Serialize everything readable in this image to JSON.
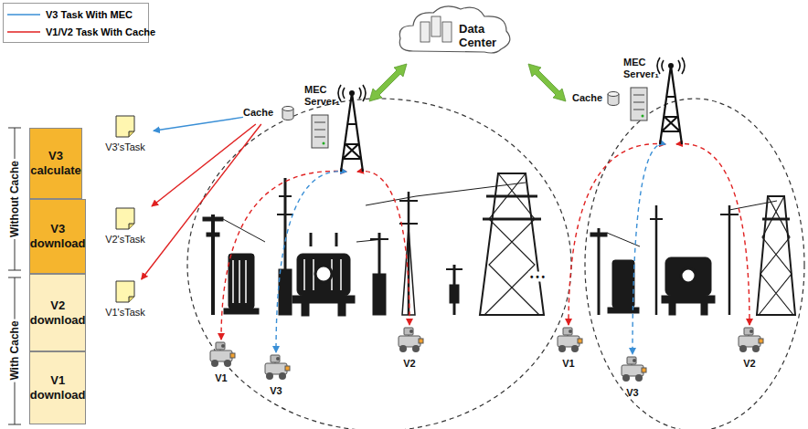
{
  "diagram": {
    "nodes": [
      {
        "text": [
          "Data Center"
        ]
      },
      {
        "text": [
          "V3 calculate"
        ]
      },
      {
        "text": [
          "V3 download"
        ]
      },
      {
        "text": [
          "V2 download"
        ]
      },
      {
        "text": [
          "V1 download"
        ]
      },
      {
        "text": [
          "V3'sTask"
        ]
      },
      {
        "text": [
          "V2'sTask"
        ]
      },
      {
        "text": [
          "V1'sTask"
        ]
      },
      {
        "text": [
          "MEC Server₁"
        ]
      },
      {
        "text": [
          "Cache"
        ]
      },
      {
        "text": [
          "V1"
        ]
      },
      {
        "text": [
          "V3"
        ]
      },
      {
        "text": [
          "V2"
        ]
      },
      {
        "text": [
          "MEC Server₁"
        ]
      },
      {
        "text": [
          "Cache"
        ]
      },
      {
        "text": [
          "V1"
        ]
      },
      {
        "text": [
          "V3"
        ]
      },
      {
        "text": [
          "V2"
        ]
      }
    ],
    "edges": [
      {
        "from": 9,
        "to": 5,
        "arrow": "to"
      },
      {
        "from": 9,
        "to": 6,
        "arrow": "to"
      },
      {
        "from": 9,
        "to": 7,
        "arrow": "to"
      },
      {
        "from": 8,
        "to": 10,
        "arrow": "both"
      },
      {
        "from": 8,
        "to": 11,
        "arrow": "both"
      },
      {
        "from": 8,
        "to": 12,
        "arrow": "both"
      },
      {
        "from": 13,
        "to": 15,
        "arrow": "both"
      },
      {
        "from": 13,
        "to": 16,
        "arrow": "both"
      },
      {
        "from": 13,
        "to": 17,
        "arrow": "both"
      }
    ],
    "labels": [
      "Without Cache",
      "With Cache",
      "• • •"
    ],
    "legend": [
      {
        "text": "V3 Task With MEC"
      },
      {
        "text": "V1/V2 Task With Cache"
      }
    ]
  }
}
